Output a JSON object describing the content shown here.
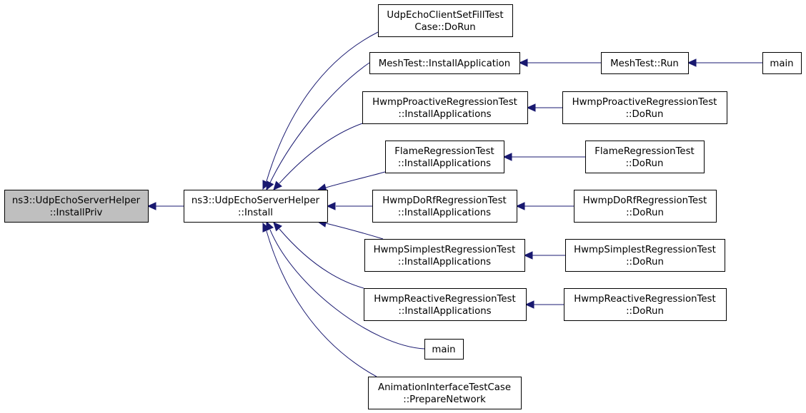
{
  "graph": {
    "nodes": [
      {
        "id": "root",
        "lines": [
          "ns3::UdpEchoServerHelper",
          "::InstallPriv"
        ],
        "highlight": true
      },
      {
        "id": "install",
        "lines": [
          "ns3::UdpEchoServerHelper",
          "::Install"
        ]
      },
      {
        "id": "udpfill",
        "lines": [
          "UdpEchoClientSetFillTest",
          "Case::DoRun"
        ]
      },
      {
        "id": "meshinstall",
        "lines": [
          "MeshTest::InstallApplication"
        ]
      },
      {
        "id": "meshrun",
        "lines": [
          "MeshTest::Run"
        ]
      },
      {
        "id": "main1",
        "lines": [
          "main"
        ]
      },
      {
        "id": "hpro",
        "lines": [
          "HwmpProactiveRegressionTest",
          "::InstallApplications"
        ]
      },
      {
        "id": "hprorun",
        "lines": [
          "HwmpProactiveRegressionTest",
          "::DoRun"
        ]
      },
      {
        "id": "flame",
        "lines": [
          "FlameRegressionTest",
          "::InstallApplications"
        ]
      },
      {
        "id": "flamerun",
        "lines": [
          "FlameRegressionTest",
          "::DoRun"
        ]
      },
      {
        "id": "hdorf",
        "lines": [
          "HwmpDoRfRegressionTest",
          "::InstallApplications"
        ]
      },
      {
        "id": "hdorfrun",
        "lines": [
          "HwmpDoRfRegressionTest",
          "::DoRun"
        ]
      },
      {
        "id": "hsimp",
        "lines": [
          "HwmpSimplestRegressionTest",
          "::InstallApplications"
        ]
      },
      {
        "id": "hsimprun",
        "lines": [
          "HwmpSimplestRegressionTest",
          "::DoRun"
        ]
      },
      {
        "id": "hreact",
        "lines": [
          "HwmpReactiveRegressionTest",
          "::InstallApplications"
        ]
      },
      {
        "id": "hreactrun",
        "lines": [
          "HwmpReactiveRegressionTest",
          "::DoRun"
        ]
      },
      {
        "id": "main2",
        "lines": [
          "main"
        ]
      },
      {
        "id": "anim",
        "lines": [
          "AnimationInterfaceTestCase",
          "::PrepareNetwork"
        ]
      }
    ],
    "edges": [
      {
        "from": "install",
        "to": "root"
      },
      {
        "from": "udpfill",
        "to": "install"
      },
      {
        "from": "meshinstall",
        "to": "install"
      },
      {
        "from": "hpro",
        "to": "install"
      },
      {
        "from": "flame",
        "to": "install"
      },
      {
        "from": "hdorf",
        "to": "install"
      },
      {
        "from": "hsimp",
        "to": "install"
      },
      {
        "from": "hreact",
        "to": "install"
      },
      {
        "from": "main2",
        "to": "install"
      },
      {
        "from": "anim",
        "to": "install"
      },
      {
        "from": "meshrun",
        "to": "meshinstall"
      },
      {
        "from": "main1",
        "to": "meshrun"
      },
      {
        "from": "hprorun",
        "to": "hpro"
      },
      {
        "from": "flamerun",
        "to": "flame"
      },
      {
        "from": "hdorfrun",
        "to": "hdorf"
      },
      {
        "from": "hsimprun",
        "to": "hsimp"
      },
      {
        "from": "hreactrun",
        "to": "hreact"
      }
    ]
  }
}
